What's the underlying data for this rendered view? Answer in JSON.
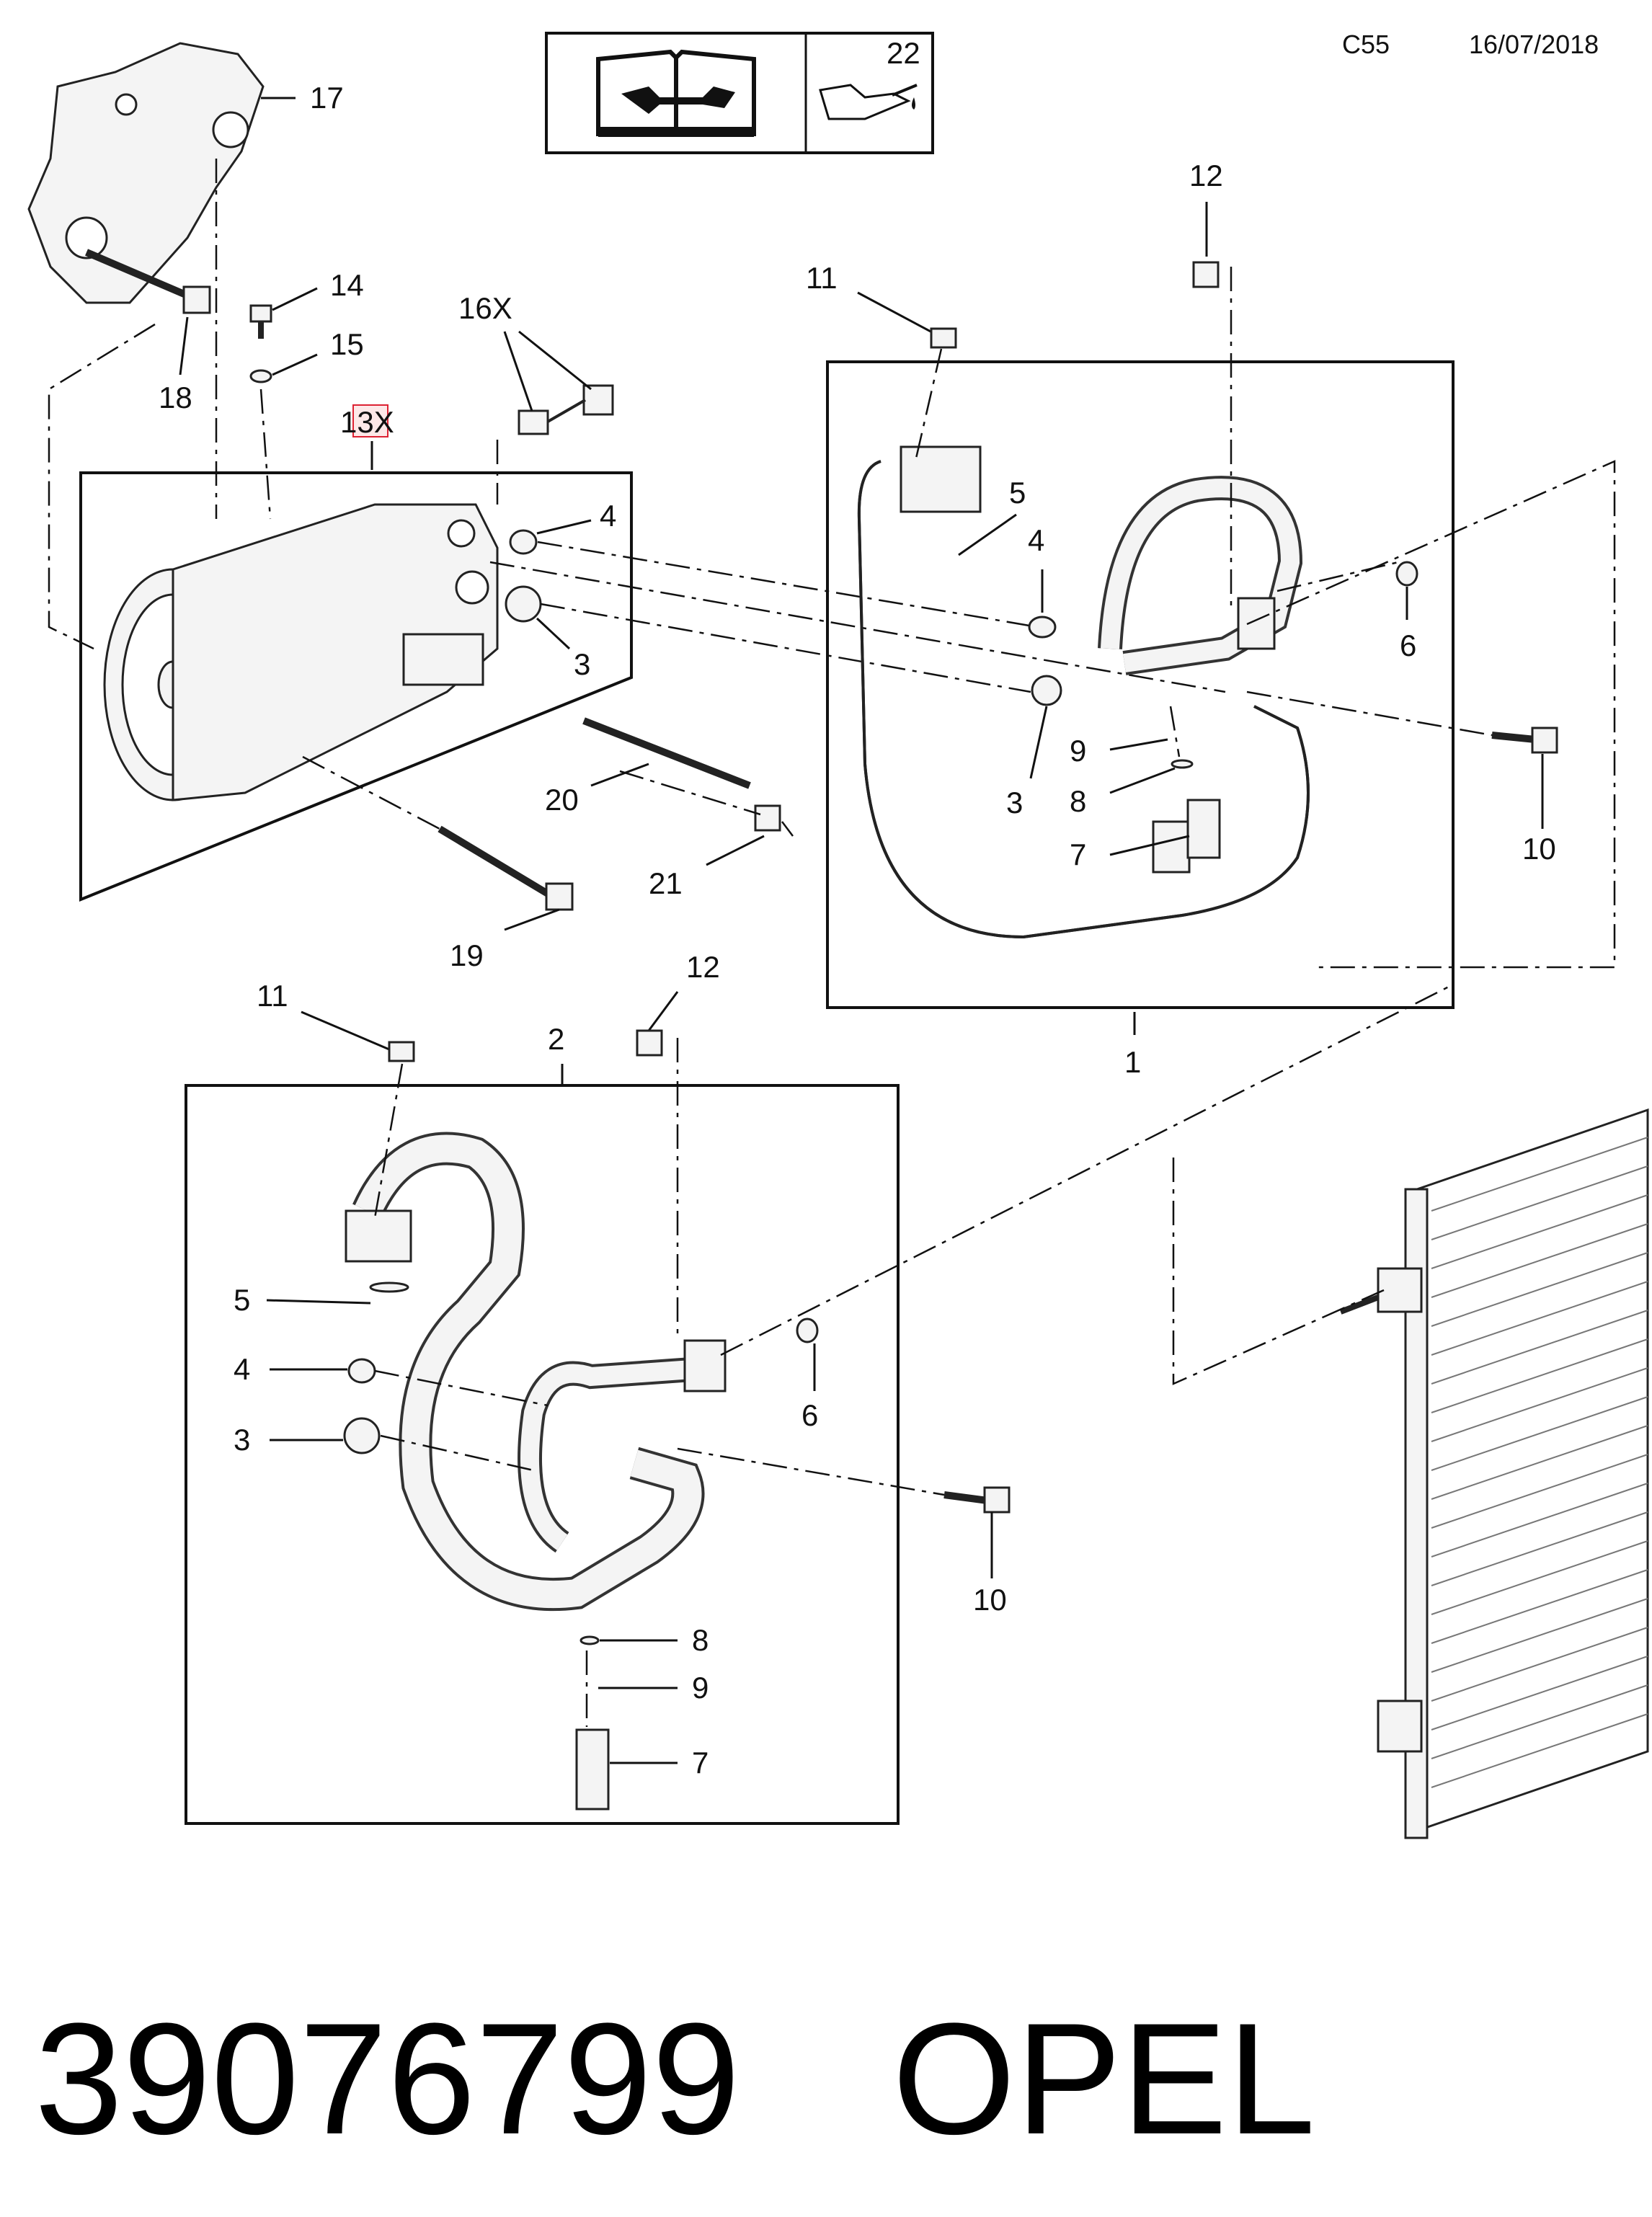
{
  "header": {
    "code": "C55",
    "date": "16/07/2018",
    "icon_box_label": "22",
    "manual_icon": "repair-manual-icon",
    "oil_icon": "oil-can-icon"
  },
  "callouts": {
    "c17": "17",
    "c18": "18",
    "c14": "14",
    "c15": "15",
    "c16": "16X",
    "c13": "13X",
    "c4a": "4",
    "c3a": "3",
    "c20": "20",
    "c21": "21",
    "c19": "19",
    "c11a": "11",
    "c12a": "12",
    "c5a": "5",
    "c4b": "4",
    "c3b": "3",
    "c6a": "6",
    "c9a": "9",
    "c8a": "8",
    "c7a": "7",
    "c10a": "10",
    "c1": "1",
    "c11b": "11",
    "c12b": "12",
    "c2": "2",
    "c5b": "5",
    "c4c": "4",
    "c3c": "3",
    "c6b": "6",
    "c10b": "10",
    "c8b": "8",
    "c9b": "9",
    "c7b": "7"
  },
  "footer": {
    "part_number": "39076799",
    "brand": "OPEL"
  },
  "colors": {
    "highlight": "#d23",
    "line": "#111111"
  }
}
